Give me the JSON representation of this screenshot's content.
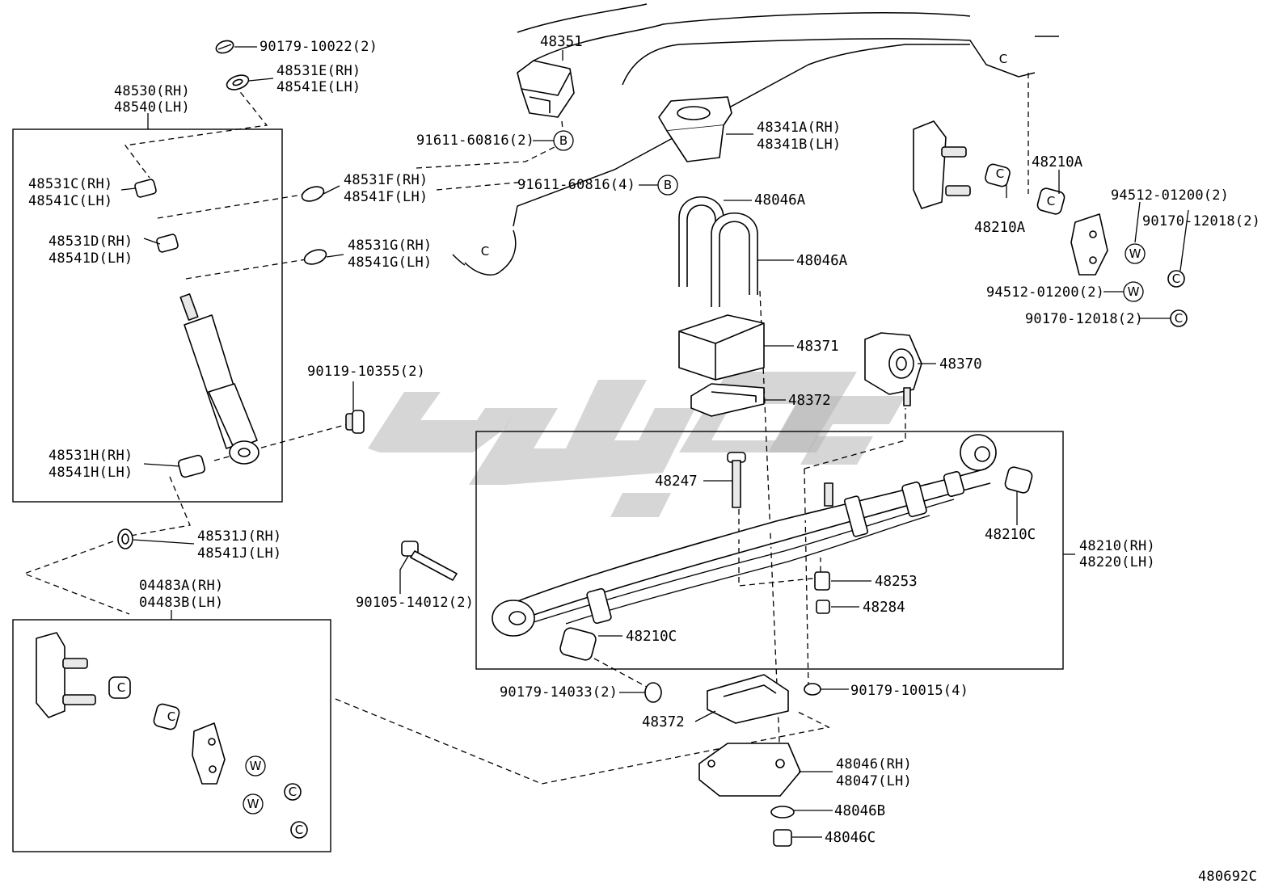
{
  "diagram_id": "480692C",
  "labels": {
    "p90179_10022": "90179-10022(2)",
    "p48531E": "48531E(RH)",
    "p48541E": "48541E(LH)",
    "p48530": "48530(RH)",
    "p48540": "48540(LH)",
    "p48531C": "48531C(RH)",
    "p48541C": "48541C(LH)",
    "p48531D": "48531D(RH)",
    "p48541D": "48541D(LH)",
    "p48531H": "48531H(RH)",
    "p48541H": "48541H(LH)",
    "p48531J": "48531J(RH)",
    "p48541J": "48541J(LH)",
    "p04483A": "04483A(RH)",
    "p04483B": "04483B(LH)",
    "p48351": "48351",
    "p91611_60816_2": "91611-60816(2)",
    "p48531F": "48531F(RH)",
    "p48541F": "48541F(LH)",
    "p91611_60816_4": "91611-60816(4)",
    "p48531G": "48531G(RH)",
    "p48541G": "48541G(LH)",
    "p48341A": "48341A(RH)",
    "p48341B": "48341B(LH)",
    "p48046A_1": "48046A",
    "p48046A_2": "48046A",
    "p48371": "48371",
    "p48372_top": "48372",
    "p48370": "48370",
    "p90119_10355": "90119-10355(2)",
    "p48247": "48247",
    "p90105_14012": "90105-14012(2)",
    "p48210C_right": "48210C",
    "p48210C_left": "48210C",
    "p48210": "48210(RH)",
    "p48220": "48220(LH)",
    "p48253": "48253",
    "p48284": "48284",
    "p90179_14033": "90179-14033(2)",
    "p48372_bottom": "48372",
    "p90179_10015": "90179-10015(4)",
    "p48046": "48046(RH)",
    "p48047": "48047(LH)",
    "p48046B": "48046B",
    "p48046C": "48046C",
    "p48210A_top": "48210A",
    "p48210A_bottom": "48210A",
    "p94512_01200_top": "94512-01200(2)",
    "p90170_12018_top": "90170-12018(2)",
    "p94512_01200_mid": "94512-01200(2)",
    "p90170_12018_bottom": "90170-12018(2)"
  },
  "markers": {
    "b": "B",
    "w": "W",
    "c": "C"
  }
}
